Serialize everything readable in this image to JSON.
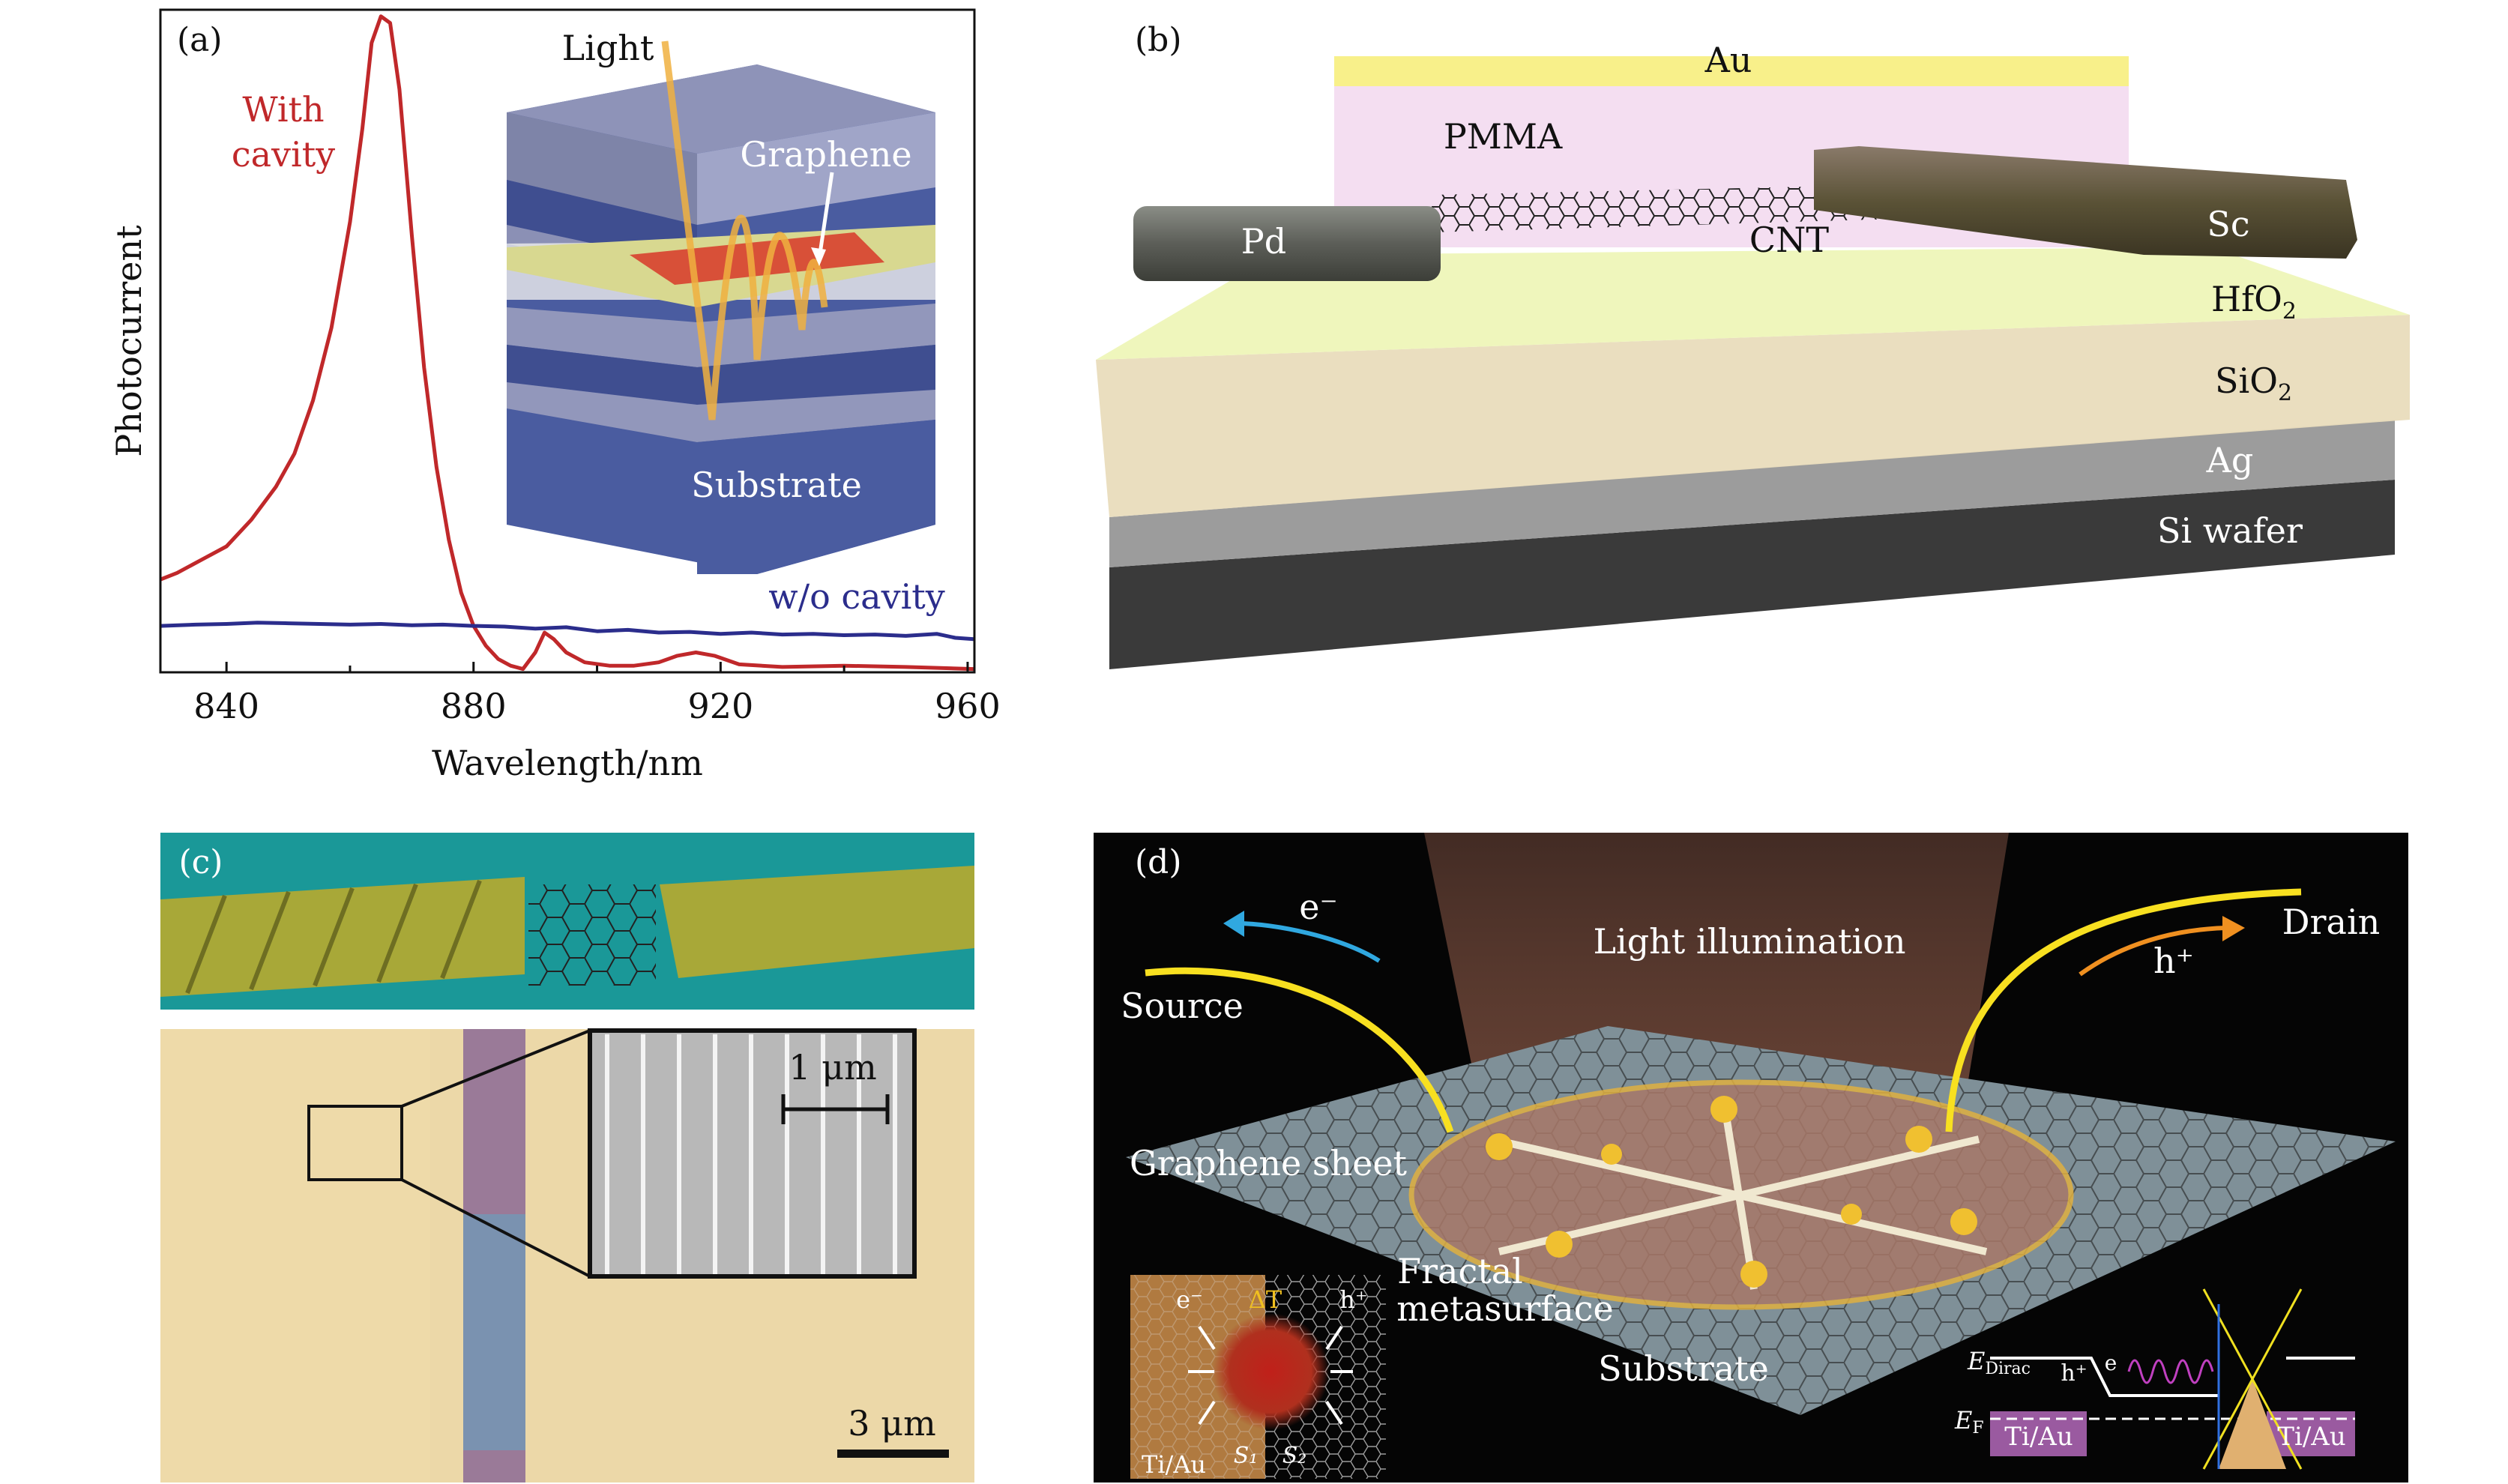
{
  "panels": {
    "a": {
      "tag": "(a)",
      "inset_labels": {
        "light": "Light",
        "graphene": "Graphene",
        "substrate": "Substrate"
      },
      "curve_labels": {
        "with_line1": "With",
        "with_line2": "cavity",
        "without": "w/o cavity"
      },
      "colors": {
        "with_cavity": "#c0282a",
        "without_cavity": "#2b2d8c"
      }
    },
    "b": {
      "tag": "(b)",
      "labels": {
        "au": "Au",
        "pmma": "PMMA",
        "pd": "Pd",
        "cnt": "CNT",
        "sc": "Sc",
        "hfo2": "HfO",
        "sio2": "SiO",
        "sub2": "2",
        "ag": "Ag",
        "si": "Si wafer"
      }
    },
    "c": {
      "tag": "(c)",
      "scale_inset": "1 μm",
      "scale_main": "3 μm"
    },
    "d": {
      "tag": "(d)",
      "labels": {
        "e_minus": "e⁻",
        "light": "Light illumination",
        "drain": "Drain",
        "h_plus": "h⁺",
        "source": "Source",
        "graphene": "Graphene sheet",
        "fractal1": "Fractal",
        "fractal2": "metasurface",
        "substrate": "Substrate"
      },
      "inset_left": {
        "e": "e⁻",
        "dT": "ΔT",
        "h": "h⁺",
        "tiau": "Ti/Au",
        "s1": "S₁",
        "s2": "S₂"
      },
      "inset_right": {
        "edirac": "E",
        "edirac_sub": "Dirac",
        "h": "h⁺",
        "e": "e",
        "ef": "E",
        "ef_sub": "F",
        "tiau_left": "Ti/Au",
        "tiau_right": "Ti/Au"
      }
    }
  },
  "chart_data": {
    "type": "line",
    "title": "",
    "xlabel": "Wavelength/nm",
    "ylabel": "Photocurrent",
    "xlim": [
      829.3,
      961.1
    ],
    "ylim": [
      0,
      1
    ],
    "xticks": [
      840,
      880,
      920,
      960
    ],
    "xminor": [
      860,
      900,
      940
    ],
    "yticks": [],
    "grid": false,
    "legend": "inline labels",
    "series": [
      {
        "name": "With cavity",
        "color": "#c0282a",
        "x": [
          829.3,
          832,
          836,
          840,
          844,
          848,
          851,
          854,
          857,
          860,
          862,
          863.5,
          865,
          866.5,
          868,
          870,
          872,
          874,
          876,
          878,
          880,
          882,
          884,
          886,
          888,
          890,
          891.5,
          893,
          895,
          898,
          902,
          906,
          910,
          913,
          916,
          919,
          923,
          930,
          940,
          950,
          961
        ],
        "y": [
          0.14,
          0.15,
          0.17,
          0.19,
          0.23,
          0.28,
          0.33,
          0.41,
          0.52,
          0.68,
          0.82,
          0.95,
          0.99,
          0.98,
          0.88,
          0.66,
          0.46,
          0.31,
          0.2,
          0.12,
          0.07,
          0.04,
          0.02,
          0.01,
          0.005,
          0.03,
          0.06,
          0.05,
          0.03,
          0.015,
          0.01,
          0.01,
          0.015,
          0.025,
          0.03,
          0.025,
          0.012,
          0.008,
          0.01,
          0.008,
          0.005
        ]
      },
      {
        "name": "w/o cavity",
        "color": "#2b2d8c",
        "x": [
          829.3,
          835,
          840,
          845,
          850,
          855,
          860,
          865,
          870,
          875,
          880,
          885,
          890,
          895,
          900,
          905,
          910,
          915,
          920,
          925,
          930,
          935,
          940,
          945,
          950,
          955,
          958,
          961
        ],
        "y": [
          0.07,
          0.072,
          0.073,
          0.075,
          0.074,
          0.073,
          0.072,
          0.073,
          0.071,
          0.072,
          0.07,
          0.069,
          0.066,
          0.068,
          0.062,
          0.064,
          0.06,
          0.061,
          0.058,
          0.06,
          0.057,
          0.058,
          0.056,
          0.057,
          0.055,
          0.058,
          0.052,
          0.05
        ]
      }
    ]
  }
}
